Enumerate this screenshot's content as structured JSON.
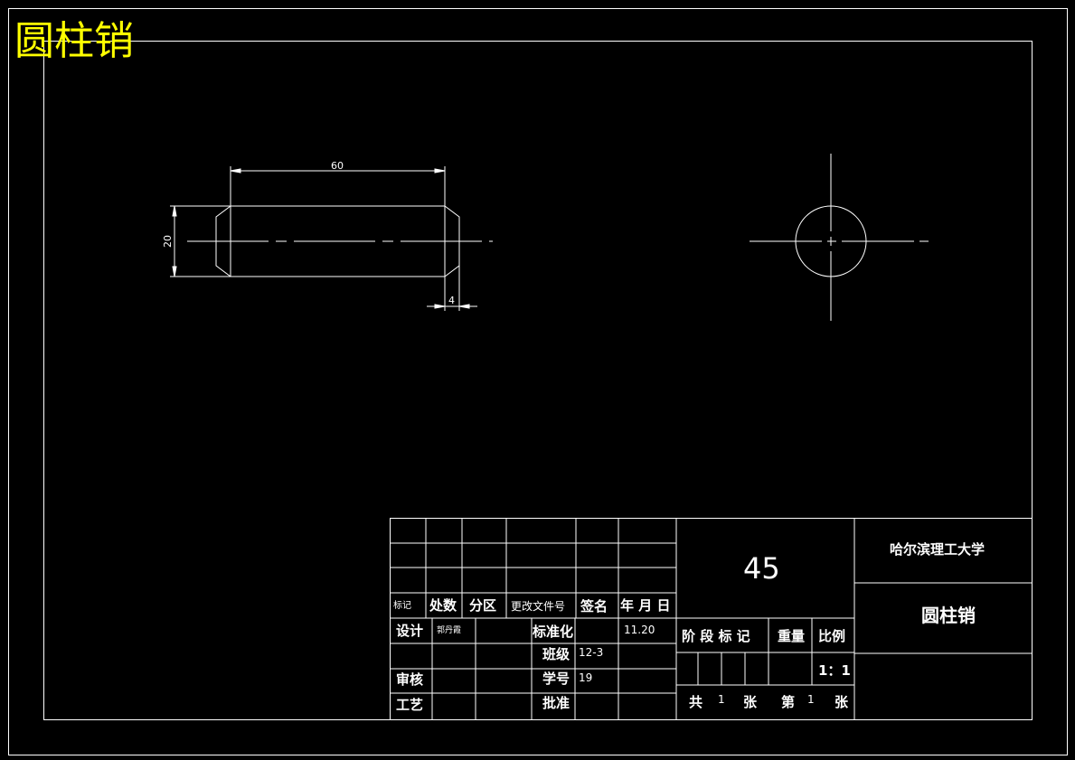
{
  "drawing_title": "圆柱销",
  "dimensions": {
    "length": "60",
    "diameter": "20",
    "chamfer": "4"
  },
  "title_block": {
    "material": "45",
    "school": "哈尔滨理工大学",
    "part_name": "圆柱销",
    "rev_headers": [
      "标记",
      "处数",
      "分区",
      "更改文件号",
      "签名",
      "年 月 日"
    ],
    "design_label": "设计",
    "designer": "郭丹霞",
    "standardize_label": "标准化",
    "date": "11.20",
    "class_label": "班级",
    "class_value": "12-3",
    "review_label": "审核",
    "student_id_label": "学号",
    "student_id": "19",
    "process_label": "工艺",
    "approve_label": "批准",
    "stage_label": "阶 段 标 记",
    "weight_label": "重量",
    "scale_label": "比例",
    "scale": "1：1",
    "total_label": "共",
    "total_sheets": "1",
    "sheet_unit_1": "张",
    "sheet_label": "第",
    "sheet_no": "1",
    "sheet_unit_2": "张"
  },
  "colors": {
    "background": "#000000",
    "lines": "#ffffff",
    "title": "#ffff00"
  }
}
